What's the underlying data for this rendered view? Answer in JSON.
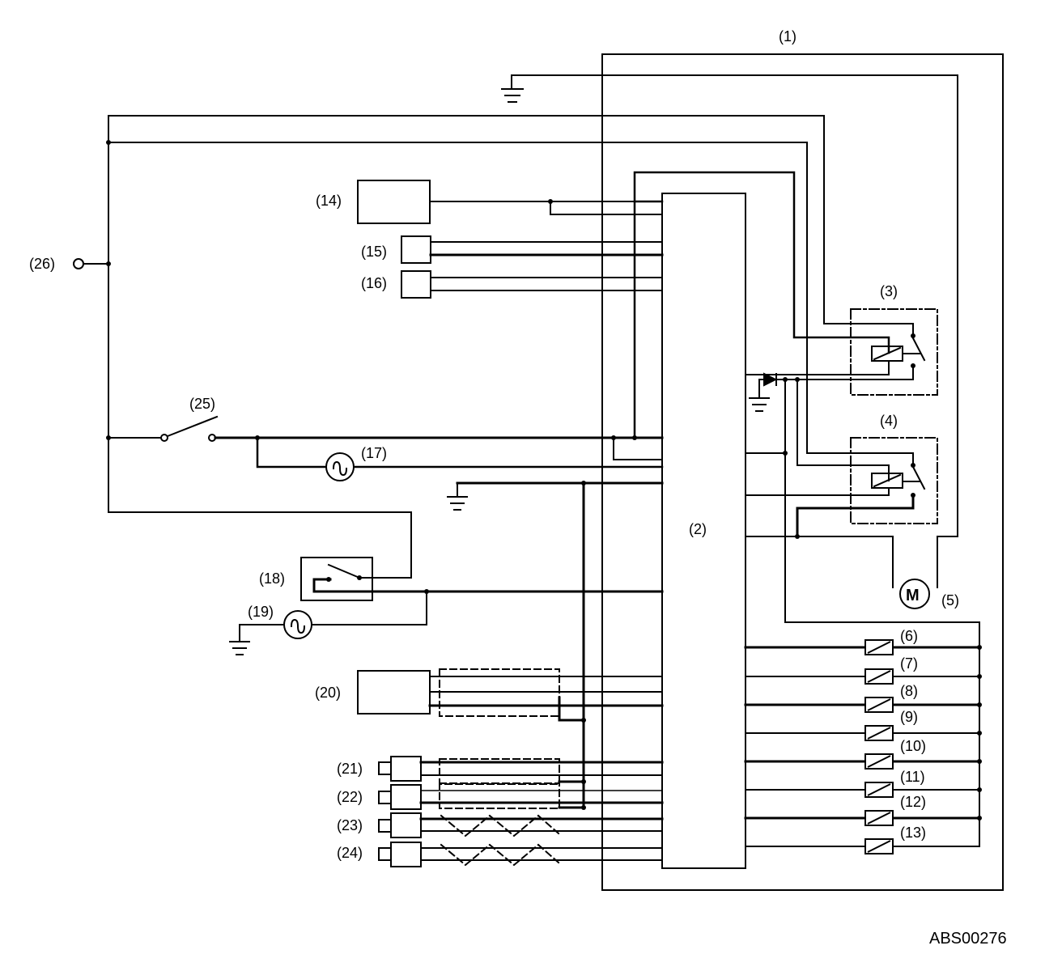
{
  "labels": {
    "l1": "(1)",
    "l2": "(2)",
    "l3": "(3)",
    "l4": "(4)",
    "l5": "(5)",
    "l6": "(6)",
    "l7": "(7)",
    "l8": "(8)",
    "l9": "(9)",
    "l10": "(10)",
    "l11": "(11)",
    "l12": "(12)",
    "l13": "(13)",
    "l14": "(14)",
    "l15": "(15)",
    "l16": "(16)",
    "l17": "(17)",
    "l18": "(18)",
    "l19": "(19)",
    "l20": "(20)",
    "l21": "(21)",
    "l22": "(22)",
    "l23": "(23)",
    "l24": "(24)",
    "l25": "(25)",
    "l26": "(26)"
  },
  "motor_symbol": "M",
  "diagram_code": "ABS00276"
}
